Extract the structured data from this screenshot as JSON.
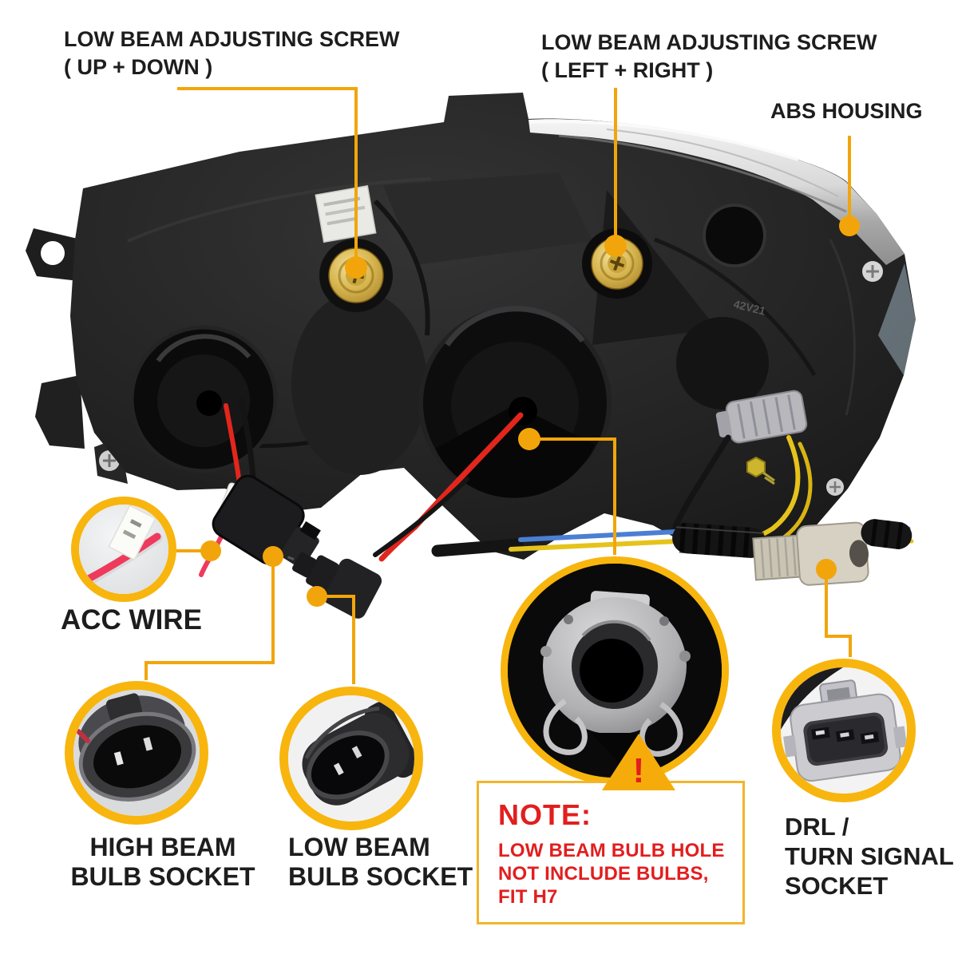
{
  "colors": {
    "background": "#ffffff",
    "accent_line": "#F2A50B",
    "accent_border": "#F7B50E",
    "note_border": "#F2B52B",
    "note_text": "#E21E1E",
    "label_text": "#1D1D1D"
  },
  "callouts": {
    "screw_up_down": {
      "line1": "LOW BEAM ADJUSTING SCREW",
      "line2": "( UP + DOWN )"
    },
    "screw_left_right": {
      "line1": "LOW BEAM ADJUSTING SCREW",
      "line2": "( LEFT + RIGHT )"
    },
    "abs_housing": {
      "label": "ABS HOUSING"
    },
    "acc_wire": {
      "label": "ACC WIRE"
    },
    "high_beam_socket": {
      "line1": "HIGH BEAM",
      "line2": "BULB SOCKET"
    },
    "low_beam_socket": {
      "line1": "LOW BEAM",
      "line2": "BULB SOCKET"
    },
    "drl_socket": {
      "line1": "DRL /",
      "line2": "TURN SIGNAL",
      "line3": "SOCKET"
    }
  },
  "note": {
    "title": "NOTE:",
    "warning_mark": "!",
    "lines": [
      "LOW BEAM BULB HOLE",
      "NOT INCLUDE BULBS,",
      "FIT H7"
    ]
  },
  "photo": {
    "bulb_marking": "42V21"
  }
}
